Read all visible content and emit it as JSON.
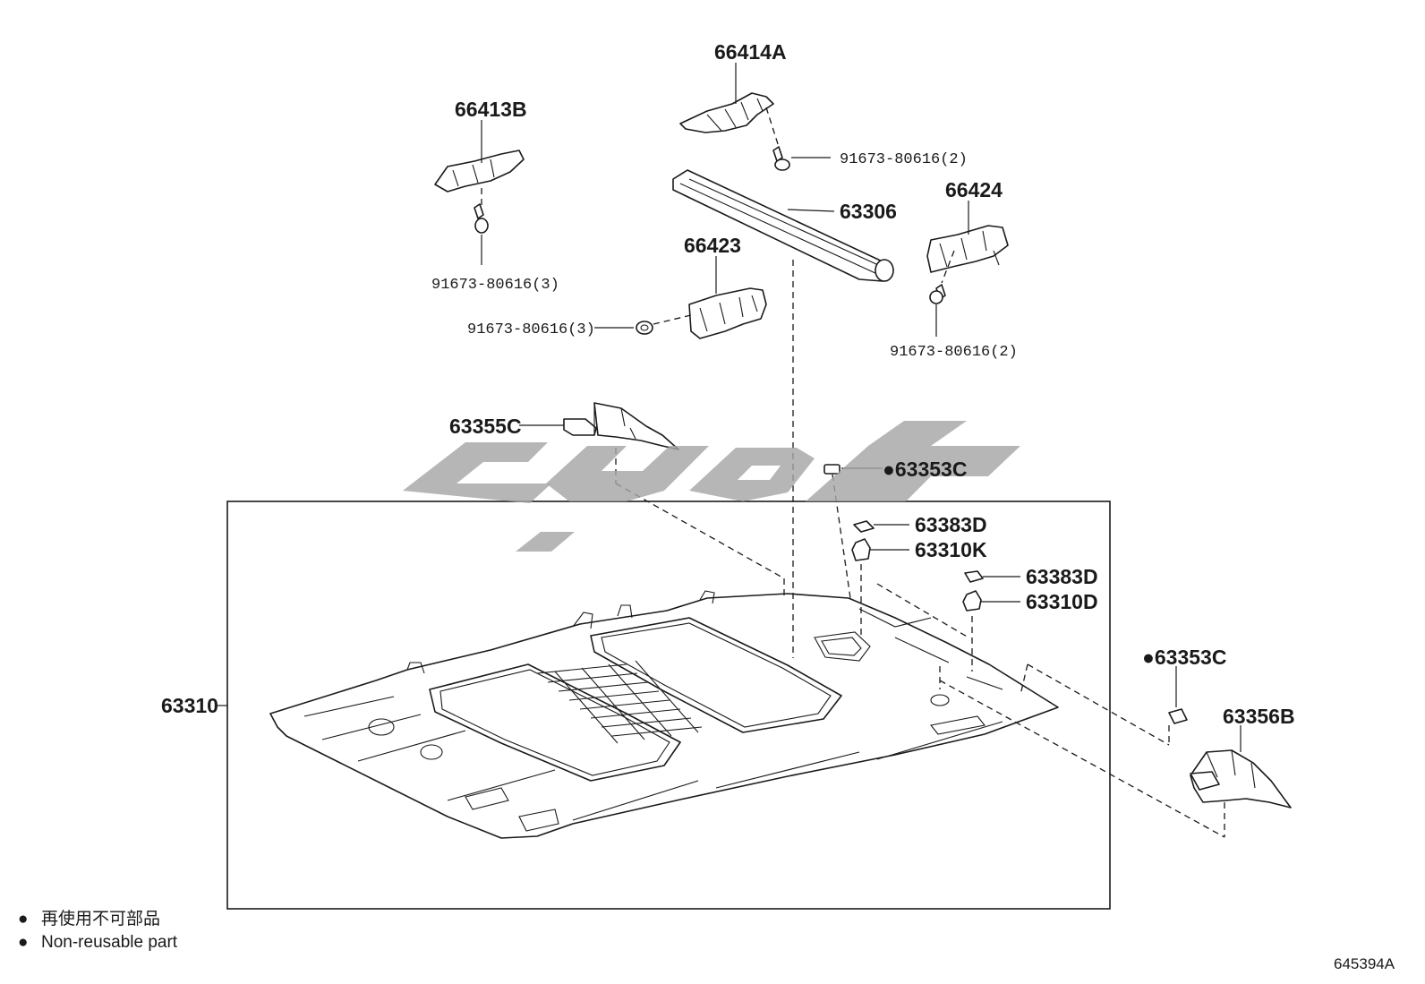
{
  "diagram": {
    "drawing_code": "645394A",
    "legend": {
      "bullet": "●",
      "items": [
        {
          "text": "再使用不可部品"
        },
        {
          "text": "Non-reusable part"
        }
      ]
    },
    "parts": {
      "p66414A": "66414A",
      "p66413B": "66413B",
      "p91673_a": "91673-80616(2)",
      "p63306": "63306",
      "p66424": "66424",
      "p66423": "66423",
      "p91673_b": "91673-80616(3)",
      "p91673_c": "91673-80616(3)",
      "p91673_d": "91673-80616(2)",
      "p63355C": "63355C",
      "p63353C_a": "●63353C",
      "p63383D_a": "63383D",
      "p63310K": "63310K",
      "p63383D_b": "63383D",
      "p63310D": "63310D",
      "p63353C_b": "●63353C",
      "p63356B": "63356B",
      "p63310": "63310"
    }
  }
}
